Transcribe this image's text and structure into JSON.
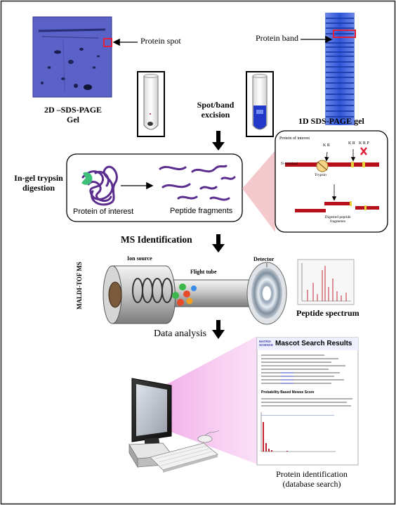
{
  "labels": {
    "protein_spot": "Protein spot",
    "protein_band": "Protein band",
    "gel_2d_line1": "2D –SDS-PAGE",
    "gel_2d_line2": "Gel",
    "gel_1d": "1D SDS-PAGE gel",
    "excision_line1": "Spot/band",
    "excision_line2": "excision",
    "digestion_line1": "In-gel trypsin",
    "digestion_line2": "digestion",
    "protein_of_interest": "Protein of interest",
    "peptide_fragments": "Peptide fragments",
    "ms_identification": "MS Identification",
    "maldi_tof": "MALDI-TOF MS",
    "ion_source": "Ion source",
    "flight_tube": "Flight tube",
    "detector": "Detector",
    "peptide_spectrum": "Peptide spectrum",
    "data_analysis": "Data analysis",
    "identification_line1": "Protein identification",
    "identification_line2": "(database search)"
  },
  "inset": {
    "title": "Protein of interest",
    "kr_1": "K R",
    "kr_2": "K R",
    "krp": "K R P",
    "n_terminal": "N-terminal",
    "trypsin": "Trypsin",
    "digested_line1": "Digested peptide",
    "digested_line2": "fragments"
  },
  "mascot": {
    "logo_line1": "MATRIX",
    "logo_line2": "SCIENCE",
    "title": "Mascot Search Results",
    "section": "Probability Based Mowse Score"
  },
  "colors": {
    "gel_blue": "#5a62c8",
    "band_blue": "#2f55d8",
    "highlight_red": "#e0203a",
    "protein_purple": "#5a2d8f",
    "peptide_red": "#b8101a",
    "peptide_yellow": "#e8d23a",
    "screen_pink": "#f2a8e8",
    "mascot_header": "#4040b0"
  }
}
